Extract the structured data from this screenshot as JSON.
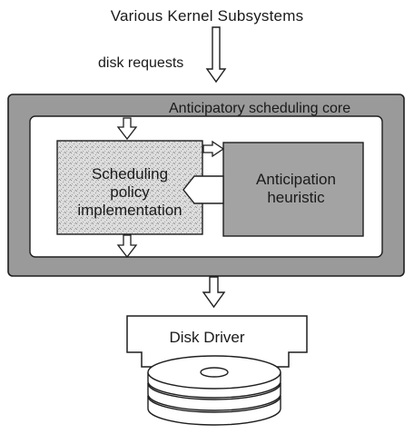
{
  "diagram": {
    "top_source": "Various Kernel Subsystems",
    "arrow_label": "disk requests",
    "core_title": "Anticipatory scheduling core",
    "scheduling_box": {
      "line1": "Scheduling",
      "line2": "policy",
      "line3": "implementation"
    },
    "anticipation_box": {
      "line1": "Anticipation",
      "line2": "heuristic"
    },
    "driver_label": "Disk Driver"
  },
  "colors": {
    "core_fill": "#9a9a9a",
    "heuristic_fill": "#a3a3a3",
    "policy_fill": "#d8d8d8",
    "stroke": "#1f1f1f",
    "background": "#ffffff"
  }
}
